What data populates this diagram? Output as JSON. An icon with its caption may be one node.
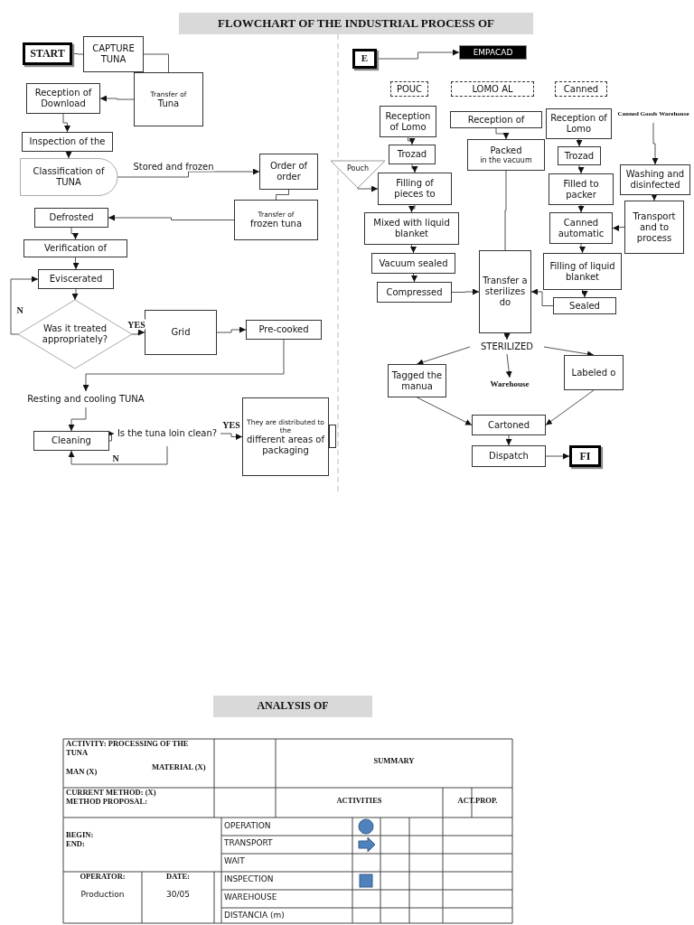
{
  "diagram": {
    "title": "FLOWCHART OF THE INDUSTRIAL PROCESS OF",
    "nodes": [
      {
        "text": [
          "START"
        ]
      },
      {
        "text": [
          "CAPTURE TUNA"
        ]
      },
      {
        "text": [
          "Transfer of",
          "Tuna"
        ]
      },
      {
        "text": [
          "Reception of Download"
        ]
      },
      {
        "text": [
          "Inspection of the"
        ]
      },
      {
        "text": [
          "Classification of TUNA"
        ]
      },
      {
        "text": [
          "Order of order"
        ]
      },
      {
        "text": [
          "Transfer of",
          "frozen tuna"
        ]
      },
      {
        "text": [
          "Defrosted"
        ]
      },
      {
        "text": [
          "Verification of"
        ]
      },
      {
        "text": [
          "Eviscerated"
        ]
      },
      {
        "text": [
          "Was it treated appropriately?"
        ]
      },
      {
        "text": [
          "Grid"
        ]
      },
      {
        "text": [
          "Pre-cooked"
        ]
      },
      {
        "text": [
          "Resting and cooling TUNA"
        ]
      },
      {
        "text": [
          "Cleaning"
        ]
      },
      {
        "text": [
          "Is the tuna loin clean?"
        ]
      },
      {
        "text": [
          "They are distributed to the",
          "different areas of packaging"
        ]
      },
      {
        "text": [],
        "shape": "box"
      },
      {
        "text": [
          "E"
        ]
      },
      {
        "text": [
          "EMPACAD"
        ]
      },
      {
        "text": [
          "POUC"
        ]
      },
      {
        "text": [
          "LOMO AL"
        ]
      },
      {
        "text": [
          "Canned"
        ]
      },
      {
        "text": [
          "Reception of Lomo"
        ]
      },
      {
        "text": [
          "Trozad"
        ]
      },
      {
        "text": [
          "Pouch"
        ]
      },
      {
        "text": [
          "Filling of pieces to"
        ]
      },
      {
        "text": [
          "Mixed with liquid blanket"
        ]
      },
      {
        "text": [
          "Vacuum sealed"
        ]
      },
      {
        "text": [
          "Compressed"
        ]
      },
      {
        "text": [
          "Reception of"
        ]
      },
      {
        "text": [
          "Packed",
          "in the vacuum"
        ]
      },
      {
        "text": [
          "Transfer a sterilizes do"
        ]
      },
      {
        "text": [
          "Reception of Lomo"
        ]
      },
      {
        "text": [
          "Trozad"
        ]
      },
      {
        "text": [
          "Filled to packer"
        ]
      },
      {
        "text": [
          "Canned automatic"
        ]
      },
      {
        "text": [
          "Filling of liquid blanket"
        ]
      },
      {
        "text": [
          "Sealed"
        ]
      },
      {
        "text": [
          "Canned Goods Warehouse"
        ]
      },
      {
        "text": [
          "Washing and disinfected"
        ]
      },
      {
        "text": [
          "Transport and to process"
        ]
      },
      {
        "text": [
          "STERILIZED"
        ]
      },
      {
        "text": [
          "Tagged the manua"
        ]
      },
      {
        "text": [
          "Warehouse"
        ]
      },
      {
        "text": [
          "Labeled o"
        ]
      },
      {
        "text": [
          "Cartoned"
        ]
      },
      {
        "text": [
          "Dispatch"
        ]
      },
      {
        "text": [
          "FI"
        ]
      }
    ],
    "edges": [
      {
        "from": 0,
        "to": 1,
        "arrow": "none"
      },
      {
        "from": 1,
        "to": 2,
        "arrow": "none"
      },
      {
        "from": 2,
        "to": 3,
        "arrow": "to"
      },
      {
        "from": 3,
        "to": 4,
        "arrow": "to"
      },
      {
        "from": 4,
        "to": 5,
        "arrow": "to"
      },
      {
        "from": 5,
        "to": 6,
        "arrow": "to",
        "label": "Stored and frozen"
      },
      {
        "from": 6,
        "to": 7,
        "arrow": "none"
      },
      {
        "from": 7,
        "to": 8,
        "arrow": "to"
      },
      {
        "from": 8,
        "to": 9,
        "arrow": "to"
      },
      {
        "from": 9,
        "to": 10,
        "arrow": "to"
      },
      {
        "from": 10,
        "to": 11,
        "arrow": "to"
      },
      {
        "from": 11,
        "to": 10,
        "arrow": "to",
        "label": "N"
      },
      {
        "from": 11,
        "to": 12,
        "arrow": "to",
        "label": "YES"
      },
      {
        "from": 12,
        "to": 13,
        "arrow": "to"
      },
      {
        "from": 13,
        "to": 14,
        "arrow": "to"
      },
      {
        "from": 14,
        "to": 15,
        "arrow": "to"
      },
      {
        "from": 15,
        "to": 16,
        "arrow": "to"
      },
      {
        "from": 16,
        "to": 17,
        "arrow": "to",
        "label": "YES"
      },
      {
        "from": 16,
        "to": 15,
        "arrow": "to",
        "label": "N"
      },
      {
        "from": 19,
        "to": 20,
        "arrow": "to"
      },
      {
        "from": 24,
        "to": 25,
        "arrow": "to"
      },
      {
        "from": 25,
        "to": 27,
        "arrow": "to"
      },
      {
        "from": 26,
        "to": 27,
        "arrow": "to"
      },
      {
        "from": 27,
        "to": 28,
        "arrow": "to"
      },
      {
        "from": 28,
        "to": 29,
        "arrow": "to"
      },
      {
        "from": 29,
        "to": 30,
        "arrow": "to"
      },
      {
        "from": 30,
        "to": 33,
        "arrow": "to"
      },
      {
        "from": 31,
        "to": 32,
        "arrow": "to"
      },
      {
        "from": 32,
        "to": 33,
        "arrow": "none"
      },
      {
        "from": 34,
        "to": 35,
        "arrow": "to"
      },
      {
        "from": 35,
        "to": 36,
        "arrow": "to"
      },
      {
        "from": 36,
        "to": 37,
        "arrow": "to"
      },
      {
        "from": 37,
        "to": 38,
        "arrow": "to"
      },
      {
        "from": 38,
        "to": 39,
        "arrow": "to"
      },
      {
        "from": 39,
        "to": 33,
        "arrow": "to"
      },
      {
        "from": 40,
        "to": 41,
        "arrow": "to"
      },
      {
        "from": 41,
        "to": 42,
        "arrow": "to"
      },
      {
        "from": 42,
        "to": 37,
        "arrow": "to"
      },
      {
        "from": 33,
        "to": 43,
        "arrow": "to"
      },
      {
        "from": 43,
        "to": 44,
        "arrow": "to"
      },
      {
        "from": 43,
        "to": 45,
        "arrow": "to"
      },
      {
        "from": 43,
        "to": 46,
        "arrow": "to"
      },
      {
        "from": 44,
        "to": 47,
        "arrow": "to"
      },
      {
        "from": 46,
        "to": 47,
        "arrow": "to"
      },
      {
        "from": 47,
        "to": 48,
        "arrow": "to"
      },
      {
        "from": 48,
        "to": 49,
        "arrow": "to"
      }
    ],
    "labels": [
      "ANALYSIS OF",
      "ACTIVITY: PROCESSING OF THE TUNA",
      "MAN (X)",
      "MATERIAL (X)",
      "SUMMARY",
      "CURRENT METHOD: (X) METHOD PROPOSAL:",
      "ACTIVITIES",
      "ACT.PROP.",
      "BEGIN: END:",
      "OPERATION",
      "TRANSPORT",
      "WAIT",
      "OPERATOR:",
      "DATE:",
      "INSPECTION",
      "Production",
      "30/05",
      "WAREHOUSE",
      "DISTANCIA (m)"
    ]
  }
}
